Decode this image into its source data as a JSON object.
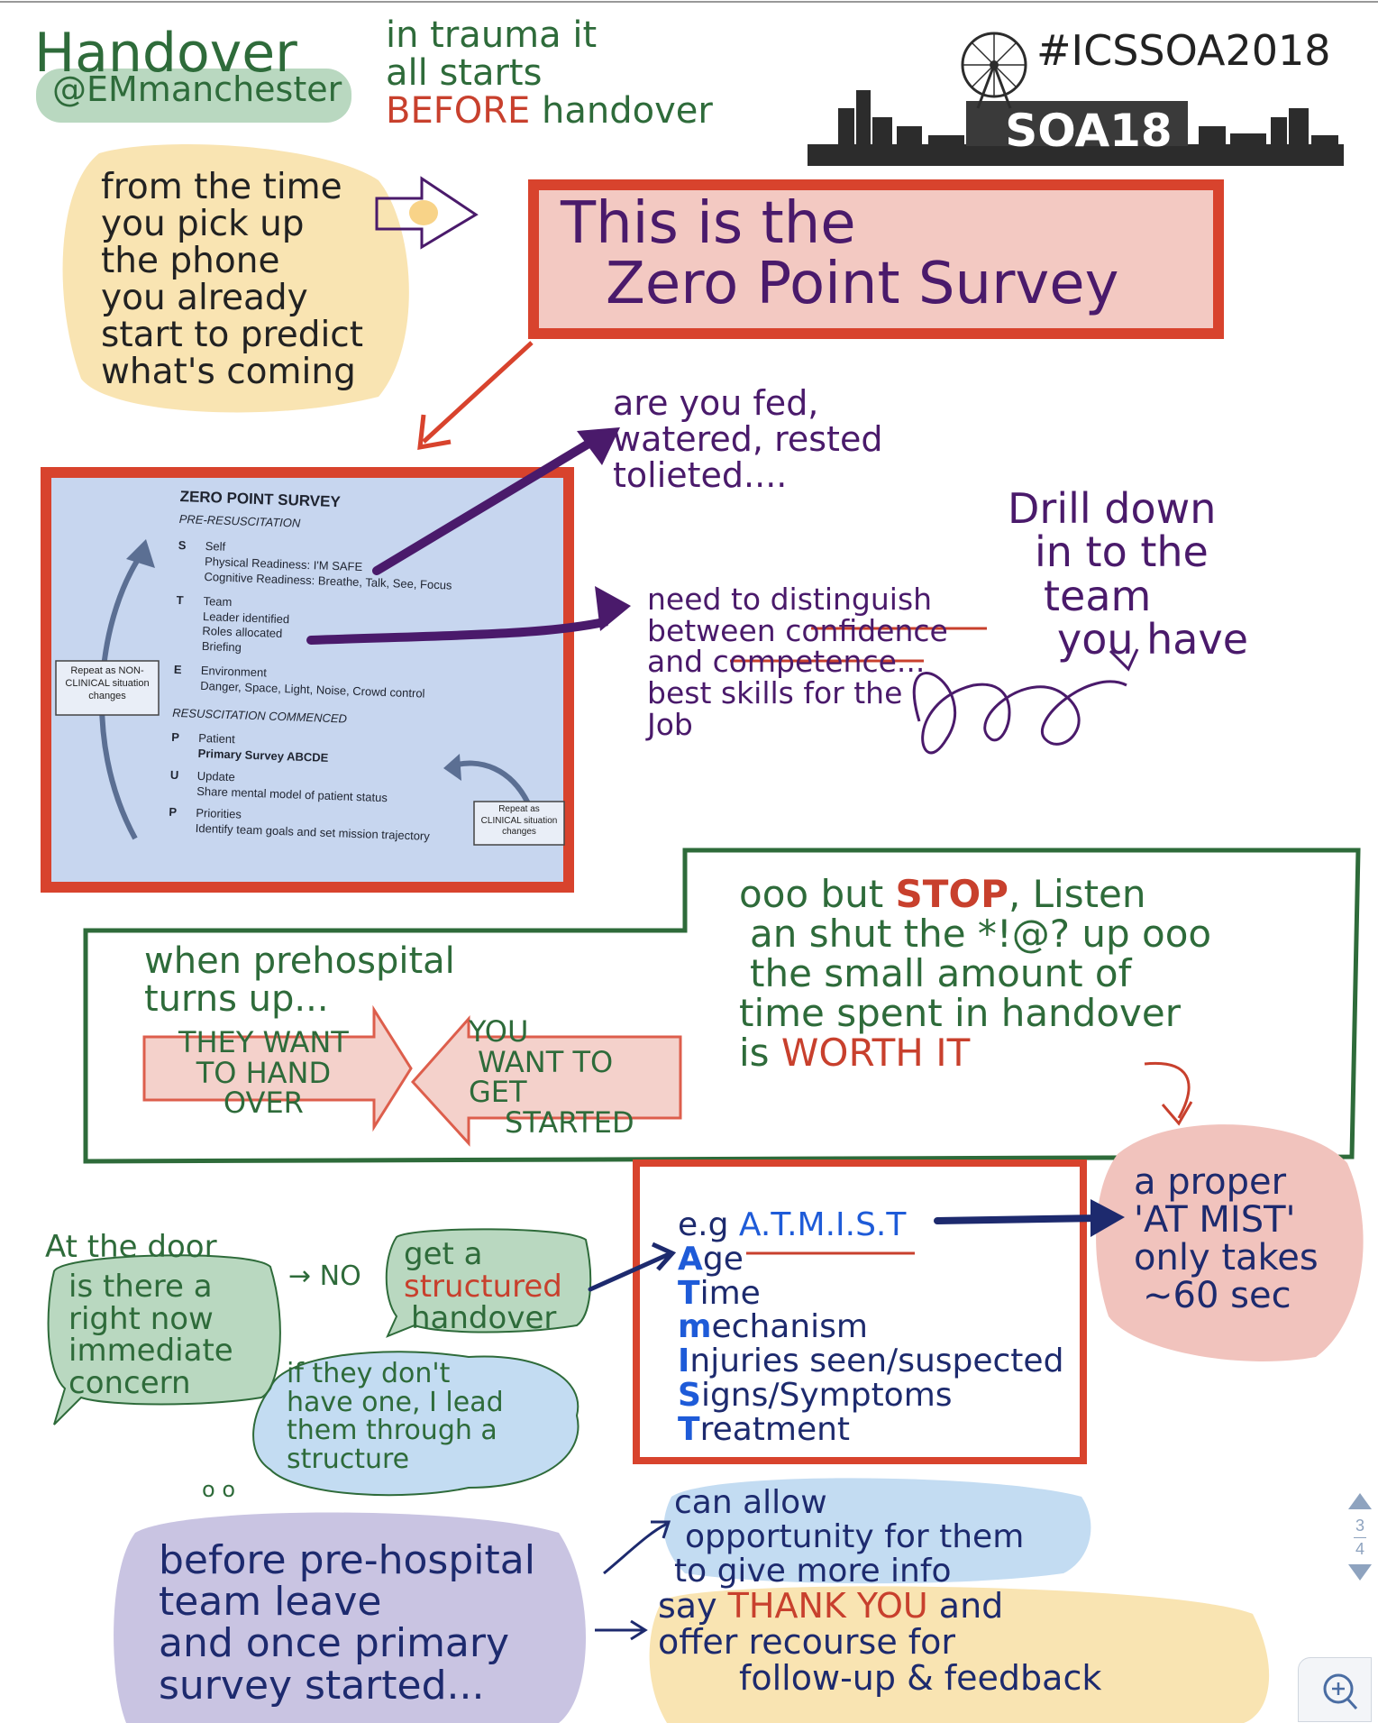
{
  "header": {
    "title": "Handover",
    "handle": "@EMmanchester",
    "tagline": [
      "in trauma it",
      "all starts"
    ],
    "tagline_red": "BEFORE",
    "tagline_end": "handover",
    "hashtag": "#ICSSOA2018",
    "logo_text": "SOA18"
  },
  "intro_note": [
    "from the time",
    "you pick up",
    "the phone",
    "you already",
    "start to predict",
    "what's coming"
  ],
  "zps_banner": [
    "This is the",
    "Zero Point Survey"
  ],
  "slide": {
    "title": "ZERO POINT SURVEY",
    "pre": "PRE-RESUSCITATION",
    "s_letter": "S",
    "s_title": "Self",
    "s_line1": "Physical Readiness: I'M SAFE",
    "s_line2": "Cognitive Readiness: Breathe, Talk, See, Focus",
    "t_letter": "T",
    "t_title": "Team",
    "t_line1": "Leader identified",
    "t_line2": "Roles allocated",
    "t_line3": "Briefing",
    "e_letter": "E",
    "e_title": "Environment",
    "e_line1": "Danger, Space, Light, Noise, Crowd control",
    "res": "RESUSCITATION COMMENCED",
    "p_letter": "P",
    "p_title": "Patient",
    "p_line1": "Primary Survey ABCDE",
    "u_letter": "U",
    "u_title": "Update",
    "u_line1": "Share mental model of patient status",
    "p2_letter": "P",
    "p2_title": "Priorities",
    "p2_line1": "Identify team goals and set mission trajectory",
    "box_left": [
      "Repeat as NON-",
      "CLINICAL situation",
      "changes"
    ],
    "box_right": [
      "Repeat as",
      "CLINICAL situation",
      "changes"
    ]
  },
  "notes": {
    "fed": [
      "are you fed,",
      "watered, rested",
      "tolieted...."
    ],
    "confidence_pre": [
      "need to distinguish",
      "between "
    ],
    "confidence_word": "confidence",
    "and": "and ",
    "competence_word": "competence",
    "ellipsis": "...",
    "skills": [
      "best skills for the",
      "Job"
    ],
    "drill": [
      "Drill down",
      "in to the",
      "team",
      "you have"
    ]
  },
  "middle": {
    "prehospital": [
      "when prehospital",
      "turns up..."
    ],
    "they_want": [
      "THEY WANT",
      "TO HAND",
      "OVER"
    ],
    "you_want": [
      "YOU",
      "WANT TO",
      "GET",
      "STARTED"
    ],
    "stop_pre": "ooo but ",
    "stop_word": "STOP",
    "stop_post": ", Listen",
    "shut": "an shut the *!@? up ooo",
    "small": [
      "the small amount of",
      "time spent in handover"
    ],
    "is": "is ",
    "worth": "WORTH IT"
  },
  "door": {
    "label": "At the door",
    "bubble": [
      "is there a",
      "right now",
      "immediate",
      "concern"
    ],
    "no": "→ NO",
    "structured": [
      "get a",
      "structured",
      "handover"
    ],
    "lead": [
      "if they don't",
      "have one, I lead",
      "them through a",
      "structure"
    ],
    "dots": "o o"
  },
  "atmist": {
    "eg": "e.g",
    "title": "A.T.M.I.S.T",
    "rows": [
      {
        "letter": "A",
        "rest": "ge"
      },
      {
        "letter": "T",
        "rest": "ime"
      },
      {
        "letter": "m",
        "rest": "echanism"
      },
      {
        "letter": "I",
        "rest": "njuries seen/suspected"
      },
      {
        "letter": "S",
        "rest": "igns/Symptoms"
      },
      {
        "letter": "T",
        "rest": "reatment"
      }
    ],
    "proper": [
      "a proper",
      "'AT MIST'",
      "only takes",
      "~60 sec"
    ]
  },
  "bottom": {
    "before": [
      "before pre-hospital",
      "team leave",
      "and once primary",
      "survey started..."
    ],
    "allow": [
      "can allow",
      "opportunity for them",
      "to give more info"
    ],
    "say": "say ",
    "thanks": "THANK YOU",
    "and": " and",
    "recourse": [
      "offer recourse for",
      "follow-up & feedback"
    ]
  },
  "pager": {
    "current": "3",
    "total": "4"
  },
  "colors": {
    "green": "#2e6b3a",
    "purple": "#4a1a6b",
    "red": "#c8402d",
    "navy": "#1d2a6e",
    "banner_fill": "#f3c9c2",
    "blue_letters": "#1e5bd8"
  }
}
